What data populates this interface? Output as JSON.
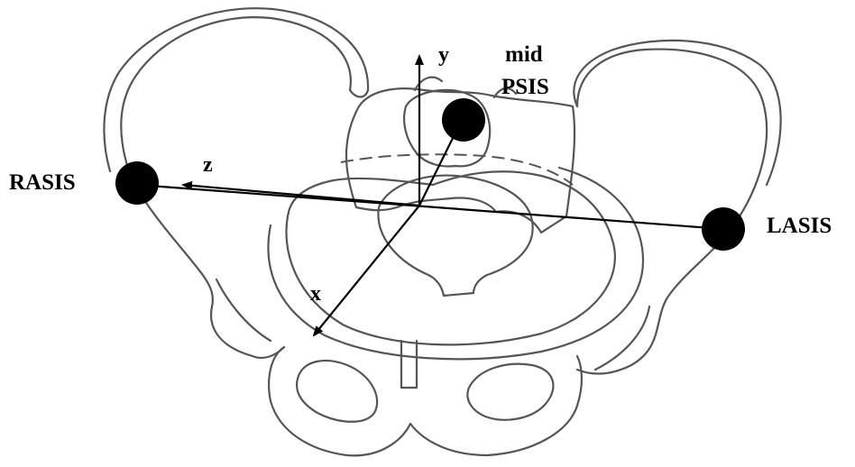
{
  "markers": {
    "rasis": "RASIS",
    "lasis": "LASIS",
    "mid_psis_line1": "mid",
    "mid_psis_line2": "PSIS"
  },
  "axes": {
    "x": "x",
    "y": "y",
    "z": "z"
  },
  "colors": {
    "marker": "#000000",
    "outline": "#555555"
  }
}
